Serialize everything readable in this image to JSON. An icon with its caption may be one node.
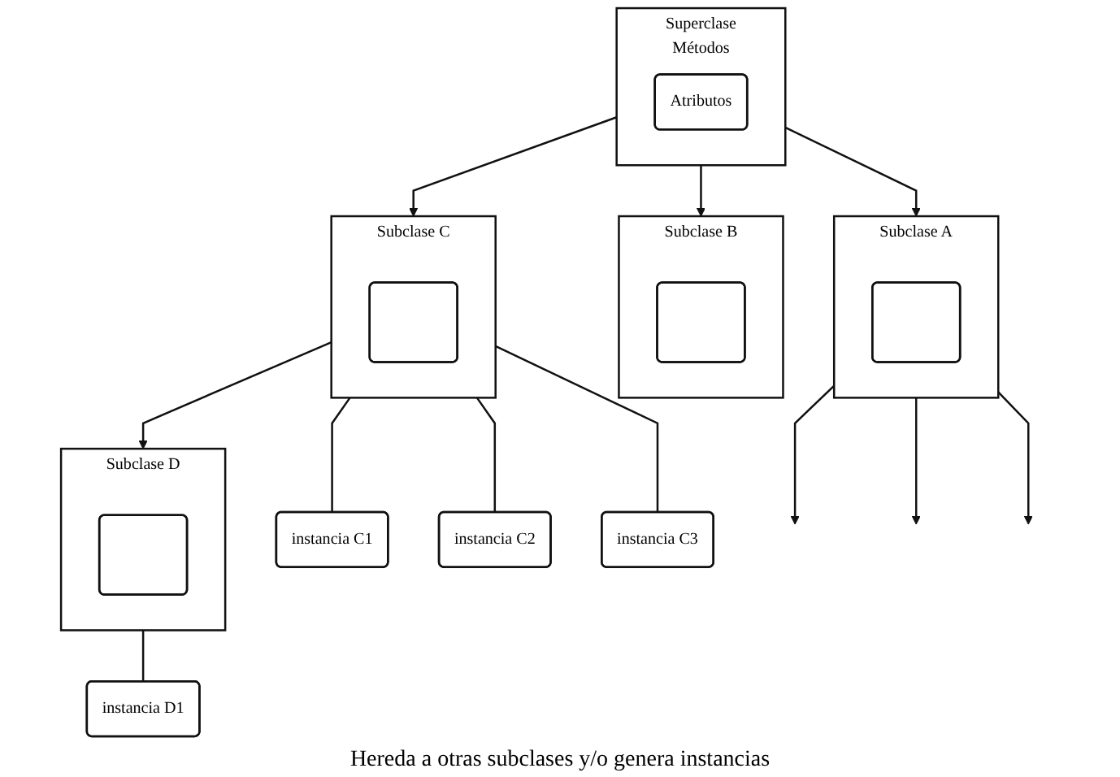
{
  "diagram": {
    "nodes": [
      {
        "text": [
          "Superclase",
          "Métodos"
        ]
      },
      {
        "text": [
          "Atributos"
        ],
        "in": 0
      },
      {
        "text": [
          "Subclase A"
        ]
      },
      {
        "text": [],
        "shape": "box",
        "in": 2
      },
      {
        "text": [
          "Subclase B"
        ]
      },
      {
        "text": [],
        "shape": "box",
        "in": 4
      },
      {
        "text": [
          "Subclase C"
        ]
      },
      {
        "text": [],
        "shape": "box",
        "in": 6
      },
      {
        "text": [
          "Subclase D"
        ]
      },
      {
        "text": [],
        "shape": "box",
        "in": 8
      },
      {
        "text": [
          "instancia C1"
        ]
      },
      {
        "text": [
          "instancia C2"
        ]
      },
      {
        "text": [
          "instancia C3"
        ]
      },
      {
        "text": [
          "instancia D1"
        ]
      }
    ],
    "edges": [
      {
        "from": 0,
        "to": 2,
        "arrow": "to"
      },
      {
        "from": 0,
        "to": 4,
        "arrow": "to"
      },
      {
        "from": 0,
        "to": 6,
        "arrow": "to"
      },
      {
        "from": 2,
        "to": null,
        "arrow": "to"
      },
      {
        "from": 2,
        "to": null,
        "arrow": "to"
      },
      {
        "from": 2,
        "to": null,
        "arrow": "to"
      },
      {
        "from": 6,
        "to": 8,
        "arrow": "to"
      },
      {
        "from": 6,
        "to": 10,
        "arrow": "none"
      },
      {
        "from": 6,
        "to": 11,
        "arrow": "none"
      },
      {
        "from": 6,
        "to": 12,
        "arrow": "none"
      },
      {
        "from": 8,
        "to": 13,
        "arrow": "none"
      }
    ],
    "labels": [
      "Hereda a otras subclases y/o genera instancias"
    ]
  }
}
